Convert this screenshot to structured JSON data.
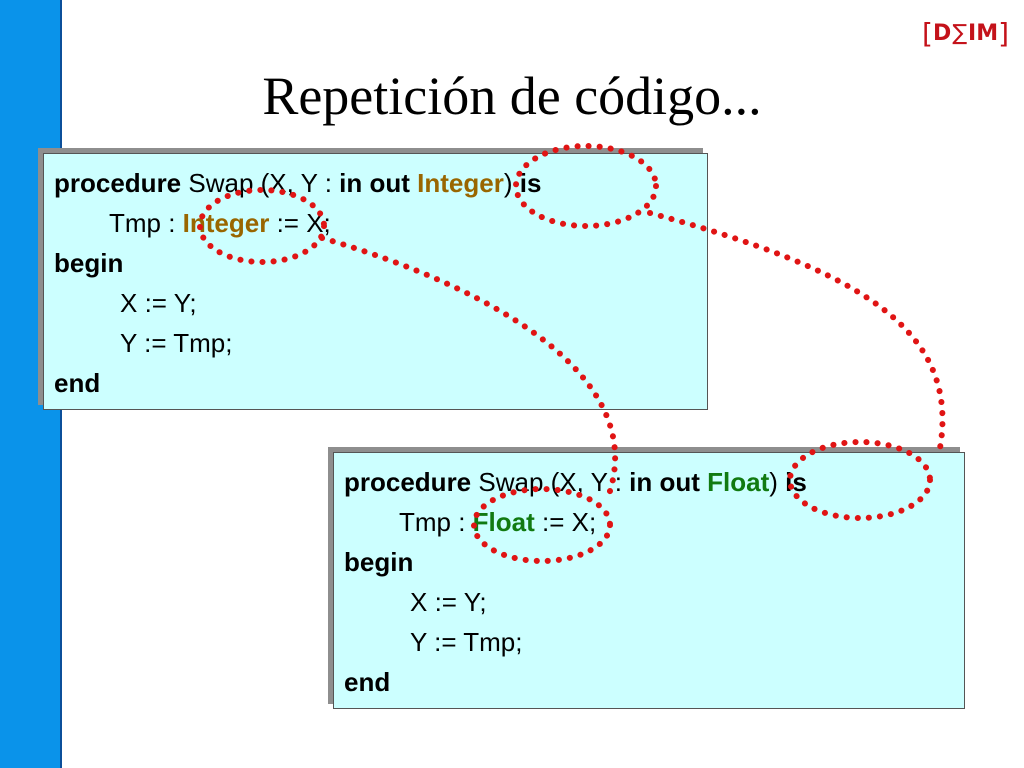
{
  "slide": {
    "title": "Repetición de código...",
    "logo": {
      "left_bracket": "[",
      "letters_d": "D",
      "sigma": "∑",
      "letters_im": "IM",
      "right_bracket": "]"
    }
  },
  "colors": {
    "side_bar": "#0a93ea",
    "code_bg": "#ccffff",
    "integer_type": "#996600",
    "float_type": "#117a11",
    "circle": "#e01414",
    "logo": "#c4121a"
  },
  "box_integer": {
    "l1": {
      "kw1": "procedure",
      "t1": " Swap (X, Y : ",
      "kw2": "in out",
      "t2": " ",
      "type": "Integer",
      "t3": ") ",
      "kw3": "is"
    },
    "l2": {
      "t1": "Tmp : ",
      "type": "Integer",
      "t2": " := X;"
    },
    "l3": {
      "kw": "begin"
    },
    "l4": {
      "t": "X := Y;"
    },
    "l5": {
      "t": "Y := Tmp;"
    },
    "l6": {
      "kw": "end"
    }
  },
  "box_float": {
    "l1": {
      "kw1": "procedure",
      "t1": " Swap (X, Y : ",
      "kw2": "in out",
      "t2": " ",
      "type": "Float",
      "t3": ") ",
      "kw3": "is"
    },
    "l2": {
      "t1": "Tmp : ",
      "type": "Float",
      "t2": " := X;"
    },
    "l3": {
      "kw": "begin"
    },
    "l4": {
      "t": "X := Y;"
    },
    "l5": {
      "t": "Y := Tmp;"
    },
    "l6": {
      "kw": "end"
    }
  }
}
